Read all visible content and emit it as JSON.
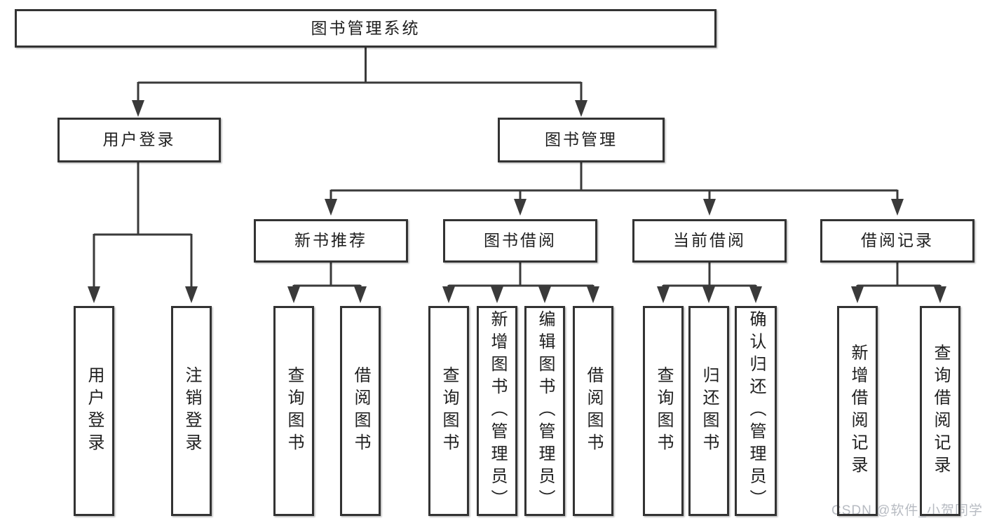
{
  "diagram": {
    "tree": {
      "label": "图书管理系统",
      "children": [
        {
          "label": "用户登录",
          "children": [
            {
              "label": "用户登录"
            },
            {
              "label": "注销登录"
            }
          ]
        },
        {
          "label": "图书管理",
          "children": [
            {
              "label": "新书推荐",
              "children": [
                {
                  "label": "查询图书"
                },
                {
                  "label": "借阅图书"
                }
              ]
            },
            {
              "label": "图书借阅",
              "children": [
                {
                  "label": "查询图书"
                },
                {
                  "label": "新增图书（管理员）"
                },
                {
                  "label": "编辑图书（管理员）"
                },
                {
                  "label": "借阅图书"
                }
              ]
            },
            {
              "label": "当前借阅",
              "children": [
                {
                  "label": "查询图书"
                },
                {
                  "label": "归还图书"
                },
                {
                  "label": "确认归还（管理员）"
                }
              ]
            },
            {
              "label": "借阅记录",
              "children": [
                {
                  "label": "新增借阅记录"
                },
                {
                  "label": "查询借阅记录"
                }
              ]
            }
          ]
        }
      ]
    }
  },
  "watermark": {
    "text": "CSDN @软件_小贺同学"
  },
  "colors": {
    "line": "#3a3a3a",
    "border": "#333333",
    "text": "#1f1f1f",
    "watermark": "#b7bbc2",
    "background": "#ffffff"
  }
}
